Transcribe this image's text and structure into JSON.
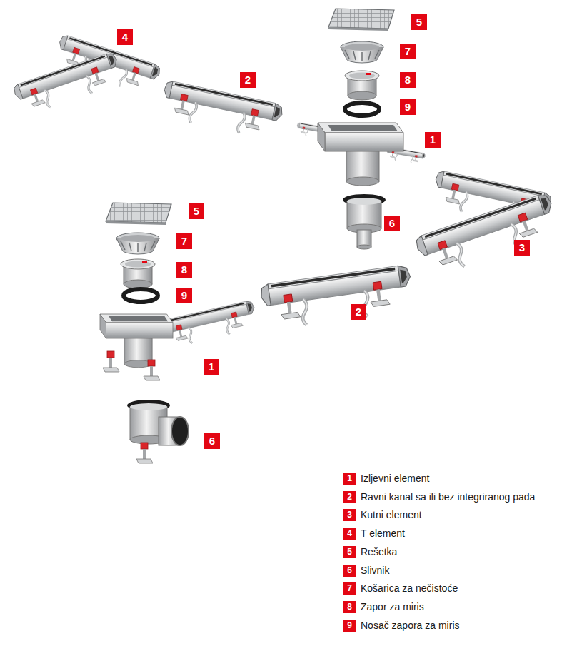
{
  "diagram": {
    "labels": [
      "5",
      "4",
      "7",
      "2",
      "8",
      "9",
      "1",
      "5",
      "6",
      "7",
      "3",
      "8",
      "9",
      "2",
      "1",
      "6",
      "1",
      "2",
      "3",
      "4",
      "5",
      "6",
      "7",
      "8",
      "9"
    ],
    "legend": [
      {
        "text": "Izljevni element",
        "color": "#e30613"
      },
      {
        "text": "Ravni kanal sa ili bez integriranog pada",
        "color": "#e30613"
      },
      {
        "text": "Kutni element",
        "color": "#e30613"
      },
      {
        "text": "T element",
        "color": "#e30613"
      },
      {
        "text": "Rešetka",
        "color": "#e30613"
      },
      {
        "text": "Slivnik",
        "color": "#e30613"
      },
      {
        "text": "Košarica za nečistoće",
        "color": "#e30613"
      },
      {
        "text": "Zapor za miris",
        "color": "#e30613"
      },
      {
        "text": "Nosač zapora za miris",
        "color": "#e30613"
      }
    ]
  }
}
